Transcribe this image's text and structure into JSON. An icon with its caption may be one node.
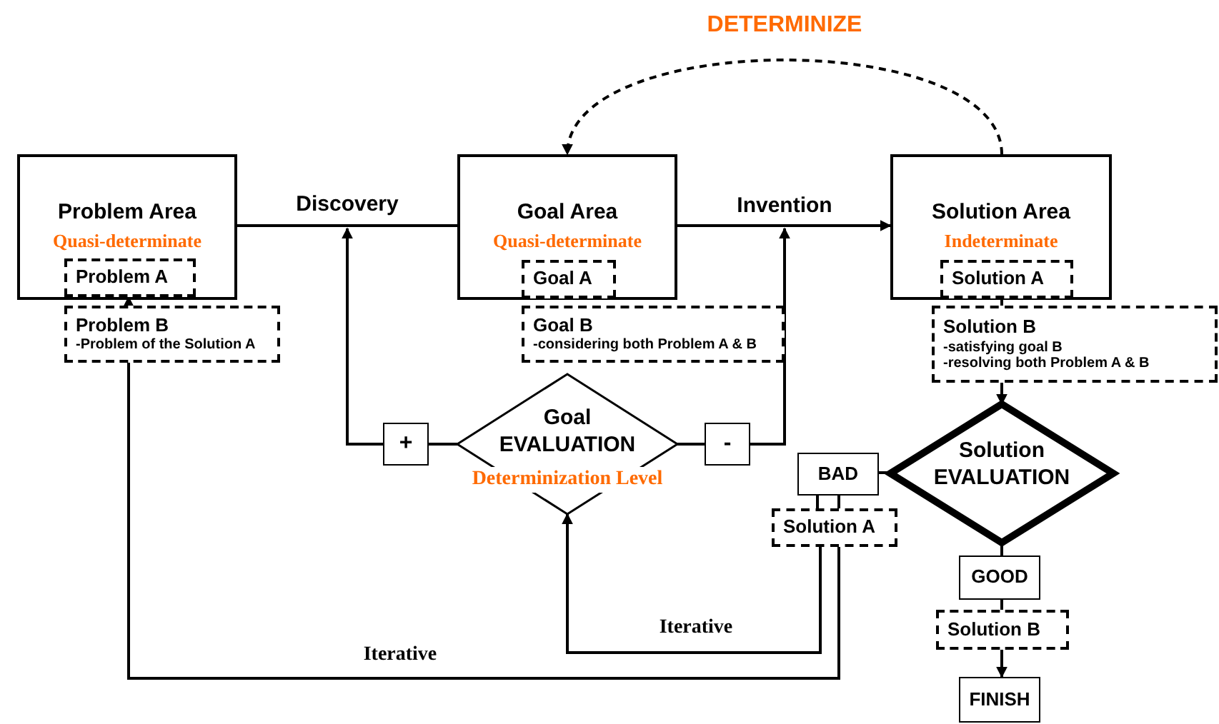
{
  "diagram": {
    "nodes": [
      {
        "text": [
          "Problem Area",
          "Quasi-determinate"
        ]
      },
      {
        "text": [
          "Problem A"
        ],
        "in": 0
      },
      {
        "text": [
          "Problem B",
          "-Problem of the Solution A"
        ]
      },
      {
        "text": [
          "Goal Area",
          "Quasi-determinate"
        ]
      },
      {
        "text": [
          "Goal A"
        ],
        "in": 3
      },
      {
        "text": [
          "Goal B",
          "-considering both Problem A & B"
        ]
      },
      {
        "text": [
          "Solution Area",
          "Indeterminate"
        ]
      },
      {
        "text": [
          "Solution A"
        ],
        "in": 6
      },
      {
        "text": [
          "Solution B",
          "-satisfying goal B",
          "-resolving both Problem A & B"
        ]
      },
      {
        "text": [
          "+"
        ]
      },
      {
        "text": [
          "Goal EVALUATION",
          "Determinization Level"
        ]
      },
      {
        "text": [
          "-"
        ]
      },
      {
        "text": [
          "BAD"
        ]
      },
      {
        "text": [
          "Solution EVALUATION"
        ]
      },
      {
        "text": [
          "Solution A"
        ]
      },
      {
        "text": [
          "GOOD"
        ]
      },
      {
        "text": [
          "Solution B"
        ]
      },
      {
        "text": [
          "FINISH"
        ]
      }
    ],
    "edges": [
      {
        "from": 0,
        "to": 3,
        "arrow": "none",
        "label": "Discovery"
      },
      {
        "from": 3,
        "to": 6,
        "arrow": "to",
        "label": "Invention"
      },
      {
        "from": 6,
        "to": 3,
        "arrow": "to",
        "style": "dashed",
        "label": "DETERMINIZE"
      },
      {
        "from": 2,
        "to": 1,
        "arrow": "to"
      },
      {
        "from": 6,
        "to": 8,
        "arrow": "none"
      },
      {
        "from": 10,
        "to": 9,
        "arrow": "none"
      },
      {
        "from": 9,
        "to": null,
        "arrow": "to"
      },
      {
        "from": 10,
        "to": 11,
        "arrow": "none"
      },
      {
        "from": 11,
        "to": null,
        "arrow": "to"
      },
      {
        "from": 8,
        "to": 13,
        "arrow": "to"
      },
      {
        "from": 13,
        "to": 12,
        "arrow": "none"
      },
      {
        "from": 12,
        "to": 14,
        "arrow": "none"
      },
      {
        "from": 14,
        "to": 10,
        "arrow": "to",
        "label": "Iterative"
      },
      {
        "from": 14,
        "to": 2,
        "arrow": "none",
        "label": "Iterative"
      },
      {
        "from": 13,
        "to": 15,
        "arrow": "none"
      },
      {
        "from": 15,
        "to": 16,
        "arrow": "none"
      },
      {
        "from": 16,
        "to": 17,
        "arrow": "to"
      }
    ]
  }
}
